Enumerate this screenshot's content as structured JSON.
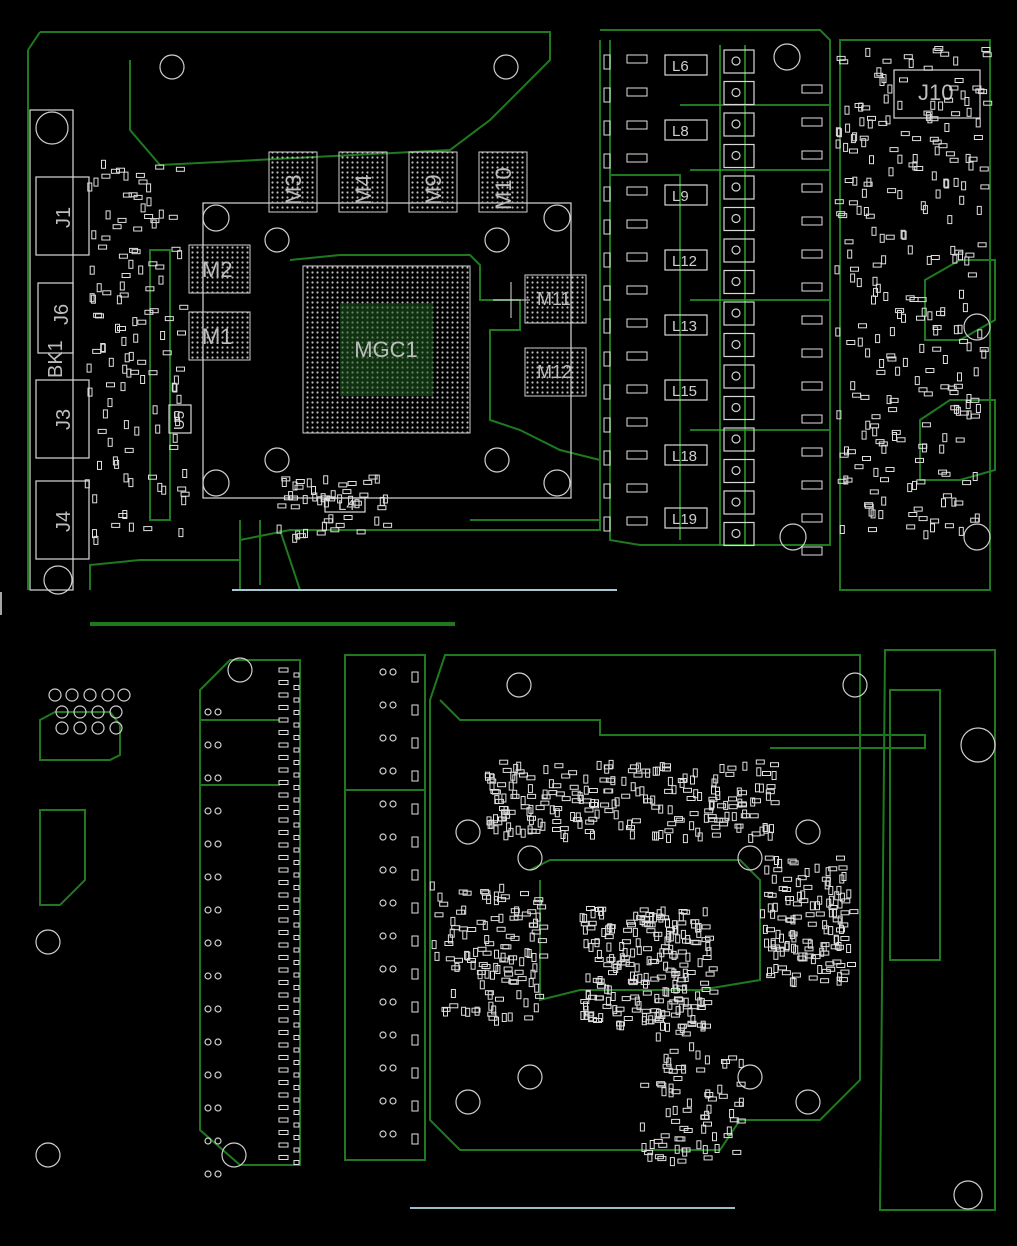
{
  "title": "PCB layout view - top and bottom layers",
  "colors": {
    "background": "#000000",
    "trace": "#1f7a1f",
    "silkscreen": "#d8d8d8",
    "highlight": "#2aa02a"
  },
  "top_layer": {
    "connectors": {
      "j1": "J1",
      "j6": "J6",
      "bk1": "BK1",
      "j3": "J3",
      "j4": "J4",
      "j10": "J10"
    },
    "memory": {
      "m1": "M1",
      "m2": "M2",
      "m3": "M3",
      "m4": "M4",
      "m9": "M9",
      "m10": "M10",
      "m11": "M11",
      "m12": "M12"
    },
    "gpu": "MGC1",
    "ics": {
      "u5": "U5",
      "l4": "L4"
    },
    "inductors": [
      "L6",
      "L8",
      "L9",
      "L12",
      "L13",
      "L15",
      "L18",
      "L19"
    ]
  },
  "bottom_layer": {}
}
